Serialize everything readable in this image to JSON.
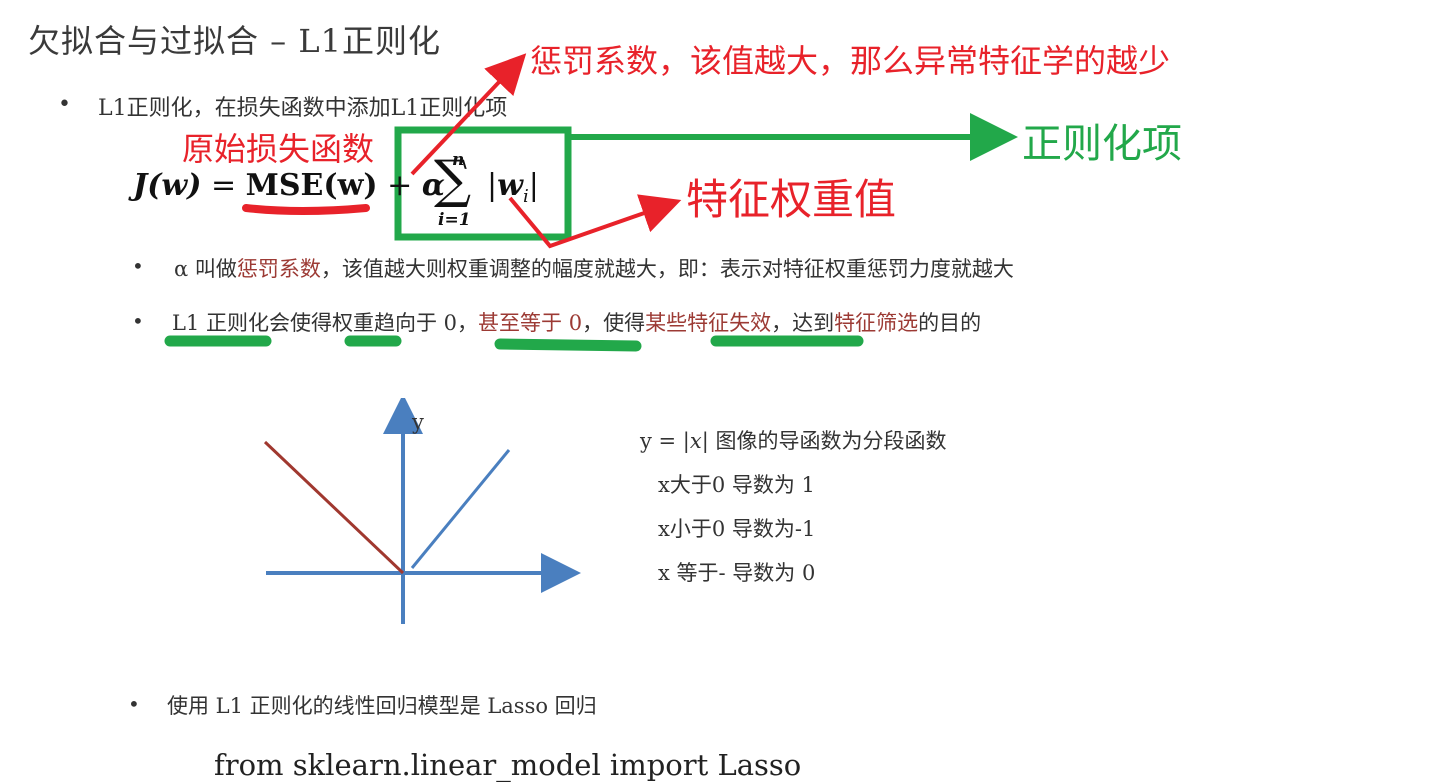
{
  "title": "欠拟合与过拟合 – L1正则化",
  "bullet1": "L1正则化，在损失函数中添加L1正则化项",
  "annotations": {
    "penalty": "惩罚系数，该值越大，那么异常特征学的越少",
    "original_loss": "原始损失函数",
    "reg_term": "正则化项",
    "feature_weight": "特征权重值"
  },
  "formula": {
    "lhs": "J(w)",
    "eq": " = ",
    "mse": "MSE(w)",
    "plus": " + ",
    "alpha": "α",
    "sum_top": "n",
    "sum_bottom": "i=1",
    "abs_open": "|",
    "w": "w",
    "sub_i": "i",
    "abs_close": "|"
  },
  "sub_bullets": {
    "alpha_line": {
      "prefix": "α 叫做",
      "highlight": "惩罚系数",
      "suffix": "，该值越大则权重调整的幅度就越大，即：表示对特征权重惩罚力度就越大"
    },
    "l1_line": {
      "p1": "L1 正则化会使得权重趋向于 0，",
      "h1": "甚至等于 0",
      "p2": "，使得",
      "h2": "某些特征失效",
      "p3": "，达到",
      "h3": "特征筛选",
      "p4": "的目的"
    }
  },
  "graph": {
    "y_axis_label": "y"
  },
  "derivative": {
    "line1_prefix": "y = |",
    "line1_x": "x",
    "line1_suffix": "| 图像的导函数为分段函数",
    "line2": "x大于0 导数为 1",
    "line3": "x小于0 导数为-1",
    "line4": "x 等于- 导数为 0"
  },
  "bullet_last": "使用 L1 正则化的线性回归模型是 Lasso 回归",
  "code": "from sklearn.linear_model import Lasso",
  "colors": {
    "annotation_red": "#e8222a",
    "annotation_green": "#22a84a",
    "highlight_text": "#9c3a34",
    "axis_blue": "#4a7fbf",
    "line_brown": "#a0382f"
  }
}
